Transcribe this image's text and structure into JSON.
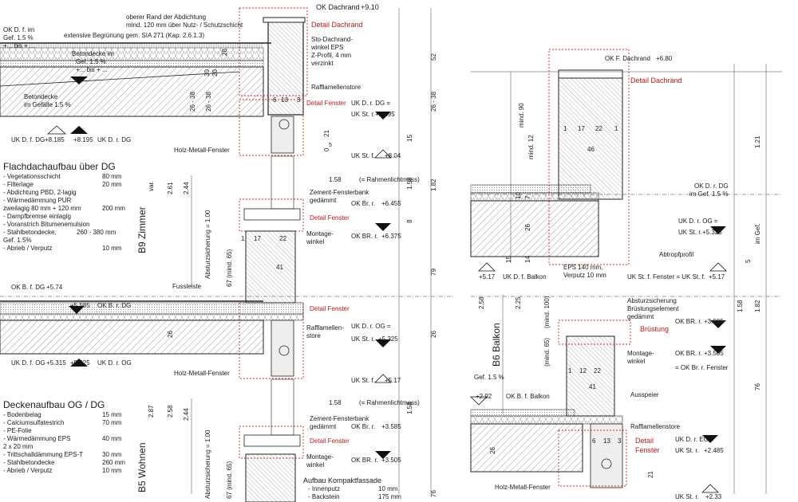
{
  "left": {
    "roof": {
      "ok_dachrand": "OK Dachrand",
      "ok_dachrand_value": "+9.10",
      "note_rand_line1": "oberer Rand der Abdichtung",
      "note_rand_line2": "mind. 120 mm über Nutz- / Schutzschicht",
      "note_begruenung": "extensive Begrünung gem. SIA 271 (Kap. 2.6.1.3)",
      "detail_dachrand": "Detail Dachrand",
      "okdf_line1": "OK D. f. im",
      "okdf_line2": "Gef. 1.5 %",
      "okdf_line3": "+... bis + ...",
      "bd_line1": "Betondecke im",
      "bd_line2": "Gef. 1.5 %",
      "bd_line3": "+... bis + ...",
      "sto_line1": "Sto-Dachrand-",
      "sto_line2": "winkel EPS",
      "sto_line3": "Z-Profil, 4 mm",
      "sto_line4": "verzinkt",
      "rafflamellen": "Rafflamellenstore",
      "betondecke_line1": "Betondecke",
      "betondecke_line2": "im Gefälle 1.5 %",
      "detail_fenster": "Detail Fenster",
      "ukdrdg": "UK D. r. DG =",
      "ukstr": "UK St. r.",
      "ukstr_value": "+8.195",
      "ukdfdg": "UK D. f. DG",
      "ukdfdg_value": "+8.185",
      "ukdrdg2_value": "+8.195",
      "ukdrdg2": "UK D. r. DG",
      "holz_metall": "Holz-Metall-Fenster",
      "ukstf": "UK St. f.",
      "ukstf_value": "+8.04",
      "dim_52": "52",
      "dim_52_sup": "5",
      "dim_26_38": "26 - 38",
      "dim_30": "30",
      "dim_20": "20",
      "dim_28": "28",
      "dim_6": "6",
      "dim_13": "13",
      "dim_3": "3",
      "dim_21": "21",
      "dim_15": "15",
      "dim_5": "5",
      "dim_0": "0"
    },
    "flachdach": {
      "title": "Flachdachaufbau über DG",
      "rows": [
        {
          "label": "- Vegetationsschicht",
          "value": "80 mm"
        },
        {
          "label": "- Filterlage",
          "value": "20 mm"
        },
        {
          "label": "- Abdichtung PBD, 2-lagig",
          "value": ""
        },
        {
          "label": "- Wärmedämmung PUR",
          "value": ""
        },
        {
          "label": "  zweilagig 80 mm + 120 mm",
          "value": "200 mm"
        },
        {
          "label": "- Dampfbremse einlagig",
          "value": ""
        },
        {
          "label": "- Voranstrich Bitumenemulsion",
          "value": ""
        },
        {
          "label": "- Stahlbetondecke,",
          "value": "260 - 380 mm"
        },
        {
          "label": "  Gef. 1.5%",
          "value": ""
        },
        {
          "label": "- Abrieb / Verputz",
          "value": "10 mm"
        }
      ]
    },
    "dg_window": {
      "room": "B9 Zimmer",
      "var": "var.",
      "d261": "2.61",
      "d244": "2.44",
      "rahmen": "(= Rahmenlichtmass)",
      "d158": "1.58",
      "d1585": "1.58",
      "d182": "1.82",
      "zement_line1": "Zement-Fensterbank",
      "zement_line2": "gedämmt",
      "detail_fenster": "Detail Fenster",
      "okbr": "OK Br. r.",
      "okbr_value": "+6.455",
      "okbr2": "OK BR. r.",
      "okbr2_value": "+6.375",
      "absturz": "Absturzsicherung = 1.00",
      "mind65": "67 (mind. 65)",
      "montage_line1": "Montage-",
      "montage_line2": "winkel",
      "d175": "17",
      "d22": "22",
      "d415": "41",
      "d79": "79",
      "d8": "8",
      "d1": "1"
    },
    "og_floor": {
      "okbfdg": "OK B. f. DG",
      "okbfdg_value": "+5.74",
      "fussleiste": "Fussleiste",
      "okbrdg": "OK B. r. DG",
      "okbrdg_value": "+5.585",
      "detail_fenster": "Detail Fenster",
      "rafflamellen_line1": "Rafflamellen-",
      "rafflamellen_line2": "store",
      "ukdrog": "UK D. r. OG =",
      "ukstr": "UK St. r.",
      "ukstr_value": "+5.325",
      "ukdfog": "UK D. f. OG",
      "ukdfog_value": "+5.315",
      "ukdrog2": "UK D. r. OG",
      "ukdrog2_value": "+5.325",
      "holz_metall": "Holz-Metall-Fenster",
      "ukstf": "UK St. f.",
      "ukstf_value": "+5.17",
      "d26": "26"
    },
    "decke": {
      "title": "Deckenaufbau  OG / DG",
      "rows": [
        {
          "label": "- Bodenbelag",
          "value": "15 mm"
        },
        {
          "label": "- Calciumsulfatestrich",
          "value": "70 mm"
        },
        {
          "label": "- PE-Folie",
          "value": ""
        },
        {
          "label": "- Wärmedämmung EPS",
          "value": "40 mm"
        },
        {
          "label": "  2 x 20 mm",
          "value": ""
        },
        {
          "label": "- Trittschalldämmung EPS-T",
          "value": "30 mm"
        },
        {
          "label": "- Stahlbetondecke",
          "value": "260 mm"
        },
        {
          "label": "- Abrieb / Verputz",
          "value": "10 mm"
        }
      ]
    },
    "og_window": {
      "room": "B5 Wohnen",
      "d287": "2.87",
      "d258": "2.58",
      "d244": "2.44",
      "rahmen": "(= Rahmenlichtmass)",
      "d158": "1.58",
      "d1585": "1.58",
      "zement_line1": "Zement-Fensterbank",
      "zement_line2": "gedämmt",
      "detail_fenster": "Detail Fenster",
      "okbr": "OK Br. r.",
      "okbr_value": "+3.585",
      "okbr2": "OK BR. r.",
      "okbr2_value": "+3.505",
      "montage_line1": "Montage-",
      "montage_line2": "winkel",
      "absturz": "Absturzsicherung = 1.00",
      "mind65": "67 (mind. 65)",
      "kompakt_title": "Aufbau Kompaktfassade",
      "kompakt_rows": [
        {
          "label": "- Innenputz",
          "value": "10 mm"
        },
        {
          "label": "- Backstein",
          "value": "175 mm"
        }
      ],
      "d76": "76"
    }
  },
  "right": {
    "top": {
      "okfdachrand": "OK F. Dachrand",
      "okfdachrand_value": "+6.80",
      "detail_dachrand": "Detail Dachrand",
      "mind90": "mind. 90",
      "mind12": "mind. 12",
      "d121": "1.21",
      "d46": "46",
      "d22": "22",
      "d175": "17",
      "d15": "1",
      "d1": "1",
      "okdrdg": "OK D. r. DG",
      "imgef": "im Gef. 1.5 %",
      "ukdrog": "UK D. r. OG =",
      "ukstr": "UK St. r.",
      "ukstr_value": "+5.325",
      "imgef_v": "im Gef.",
      "abtropf": "Abtropfprofil",
      "eps": "EPS 140 mm,",
      "verputz": "Verputz 10 mm",
      "ukdfbalkon": "UK D. f. Balkon",
      "ukdfbalkon_value": "+5.17",
      "ukstf_eq": "UK St. f. Fenster = UK St. f.",
      "ukstf_value": "+5.17",
      "d10": "10",
      "d7": "7",
      "d14": "14",
      "d15b": "15",
      "d26": "26",
      "d5": "5"
    },
    "bottom": {
      "room": "B6 Balkon",
      "d258": "2.58",
      "d225": "2.25",
      "mind100": "(mind. 100)",
      "mind65": "(mind. 65)",
      "absturz": "Absturzsicherung",
      "bruest_line1": "Brüstungselement",
      "bruest_line2": "gedämmt",
      "okbr": "OK BR. r.",
      "okbr_value": "+3.585",
      "bruestung": "Brüstung",
      "montage_line1": "Montage-",
      "montage_line2": "winkel",
      "okbr2": "OK BR. r.",
      "okbr2_value": "+3.505",
      "okbrfenster": "= OK Br. r. Fenster",
      "gef": "Gef. 1.5 %",
      "okbfbalkon": "OK B. f. Balkon",
      "okbfbalkon_value": "+2.92",
      "ausspeier": "Ausspeier",
      "rafflamellen": "Rafflamellenstore",
      "detail_fenster_line1": "Detail",
      "detail_fenster_line2": "Fenster",
      "ukdreg": "UK D. r. EG =",
      "ukstr": "UK St. r.",
      "ukstr_value": "+2.485",
      "holz_metall": "Holz-Metall-Fenster",
      "ukstf": "UK St. r.",
      "ukstf_value": "+2.33",
      "d158": "1.58",
      "d182": "1.82",
      "d76": "76",
      "d22": "22",
      "d15": "1",
      "d125": "12",
      "d415": "41",
      "d6": "6",
      "d13": "13",
      "d3": "3",
      "d26": "26",
      "d21": "21"
    }
  }
}
